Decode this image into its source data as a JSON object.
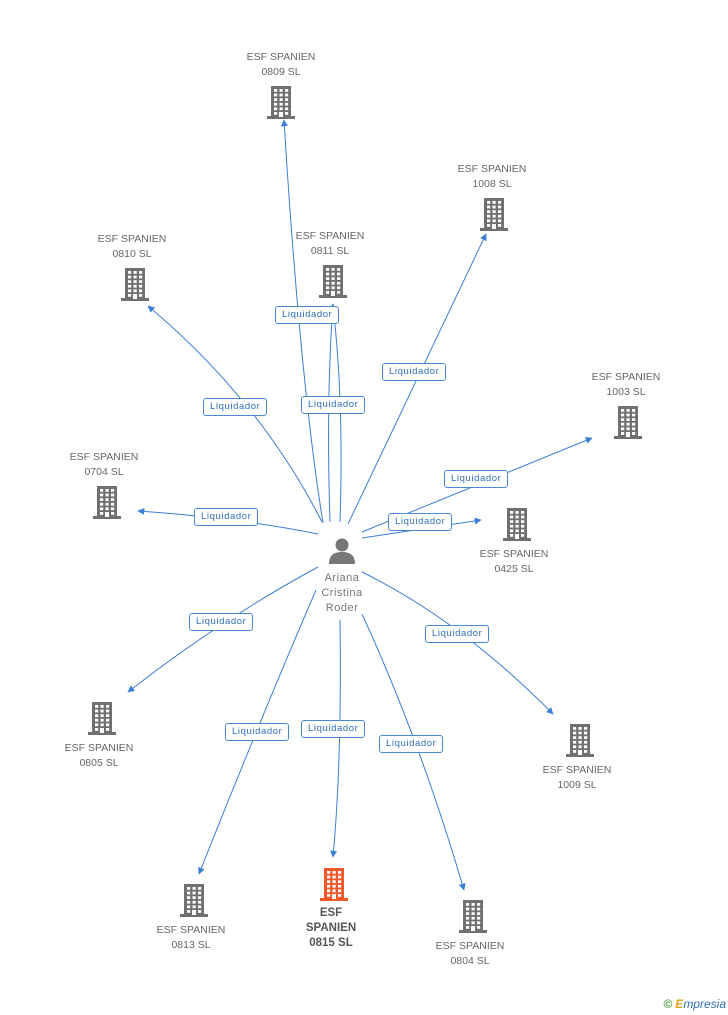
{
  "center": {
    "name_lines": [
      "Ariana",
      "Cristina",
      "Roder"
    ],
    "icon": "person-icon"
  },
  "companies": [
    {
      "id": "0809",
      "lines": [
        "ESF SPANIEN",
        "0809 SL"
      ]
    },
    {
      "id": "1008",
      "lines": [
        "ESF SPANIEN",
        "1008 SL"
      ]
    },
    {
      "id": "0811",
      "lines": [
        "ESF SPANIEN",
        "0811 SL"
      ]
    },
    {
      "id": "0810",
      "lines": [
        "ESF SPANIEN",
        "0810 SL"
      ]
    },
    {
      "id": "1003",
      "lines": [
        "ESF SPANIEN",
        "1003 SL"
      ]
    },
    {
      "id": "0704",
      "lines": [
        "ESF SPANIEN",
        "0704 SL"
      ]
    },
    {
      "id": "0425",
      "lines": [
        "ESF SPANIEN",
        "0425 SL"
      ]
    },
    {
      "id": "0805",
      "lines": [
        "ESF SPANIEN",
        "0805 SL"
      ]
    },
    {
      "id": "1009",
      "lines": [
        "ESF SPANIEN",
        "1009 SL"
      ]
    },
    {
      "id": "0813",
      "lines": [
        "ESF SPANIEN",
        "0813 SL"
      ]
    },
    {
      "id": "0815",
      "lines": [
        "ESF",
        "SPANIEN",
        "0815 SL"
      ],
      "highlight": true
    },
    {
      "id": "0804",
      "lines": [
        "ESF SPANIEN",
        "0804 SL"
      ]
    }
  ],
  "edge_label": "Liquidador",
  "colors": {
    "edge": "#3d7fd4",
    "building": "#707070",
    "building_highlight": "#f0582a",
    "person": "#777777"
  },
  "brand": {
    "symbol": "©",
    "initial": "E",
    "rest": "mpresia"
  }
}
